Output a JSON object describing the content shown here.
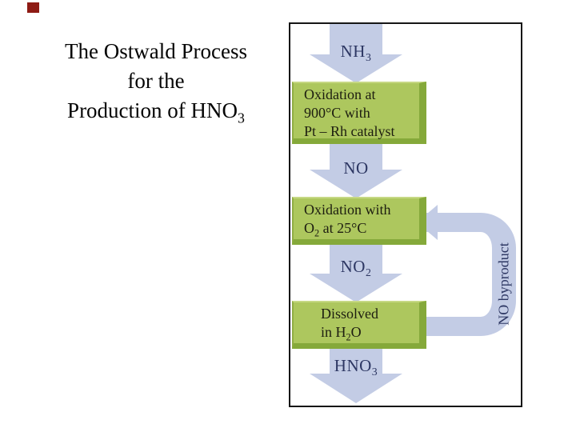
{
  "slide": {
    "accent_square_color": "#8e1b14",
    "title": {
      "line1": "The Ostwald Process",
      "line2": "for the",
      "line3_pre": "Production of HNO",
      "line3_sub": "3"
    }
  },
  "flowchart": {
    "colors": {
      "frame_border": "#161616",
      "arrow_fill": "#c3cce5",
      "arrow_label_text": "#2d3763",
      "box_face": "#adc75e",
      "box_side": "#85a93a",
      "box_text": "#1d1d10"
    },
    "arrow_labels": [
      {
        "base": "NH",
        "sub": "3"
      },
      {
        "base": "NO",
        "sub": ""
      },
      {
        "base": "NO",
        "sub": "2"
      },
      {
        "base": "HNO",
        "sub": "3"
      }
    ],
    "boxes": [
      {
        "lines": [
          "Oxidation at",
          "900°C with",
          "Pt – Rh catalyst"
        ]
      },
      {
        "line1": "Oxidation with",
        "line2_pre": "O",
        "line2_sub": "2",
        "line2_post": " at 25°C"
      },
      {
        "line1": "Dissolved",
        "line2_pre": "in H",
        "line2_sub": "2",
        "line2_post": "O"
      }
    ],
    "recycle_label": "NO byproduct"
  }
}
